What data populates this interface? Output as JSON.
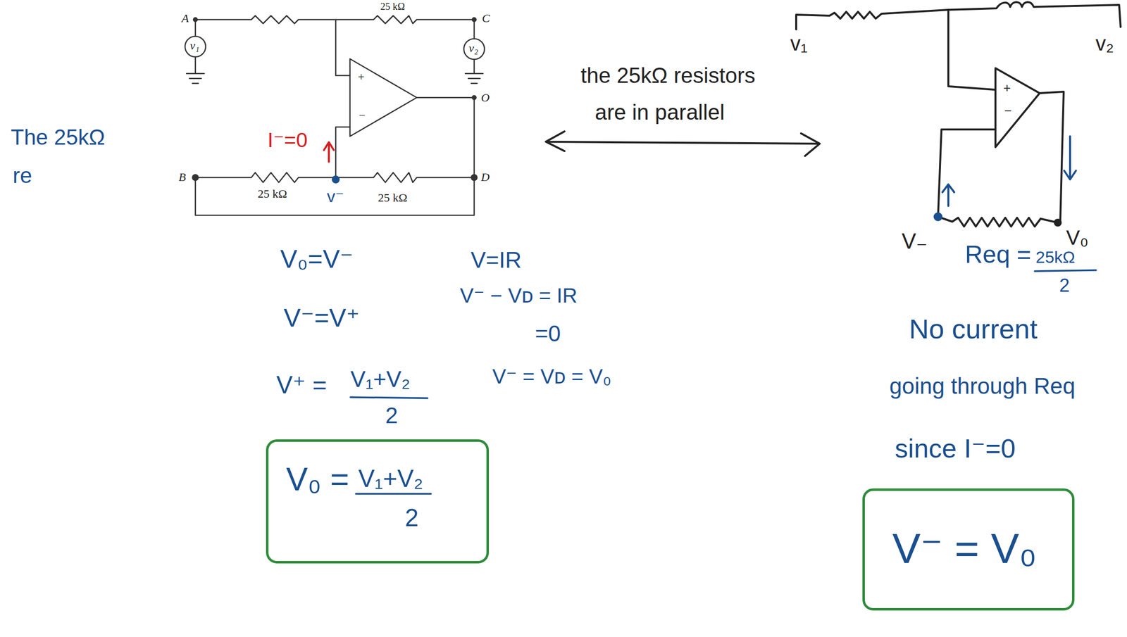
{
  "diagram": {
    "nodes": [
      {
        "text": [
          "V₀ =",
          "V₁+V₂",
          "2"
        ]
      },
      {
        "text": [
          "V⁻ = V₀"
        ]
      }
    ],
    "labels": [
      "25 kΩ",
      "A",
      "C",
      "v₁",
      "v₂",
      "+",
      "−",
      "O",
      "I⁻=0",
      "B",
      "D",
      "25 kΩ",
      "25 kΩ",
      "v⁻",
      "The 25kΩ",
      "re",
      "V₀=V⁻",
      "V⁻=V⁺",
      "V⁺ =",
      "V₁+V₂",
      "2",
      "V=IR",
      "V⁻ − Vᴅ = IR",
      "=0",
      "V⁻ = Vᴅ = V₀",
      "the 25kΩ resistors",
      "are in parallel",
      "v₁",
      "v₂",
      "+",
      "−",
      "V₋",
      "V₀",
      "Req =",
      "25kΩ",
      "2",
      "No current",
      "going through Req",
      "since I⁻=0"
    ]
  }
}
